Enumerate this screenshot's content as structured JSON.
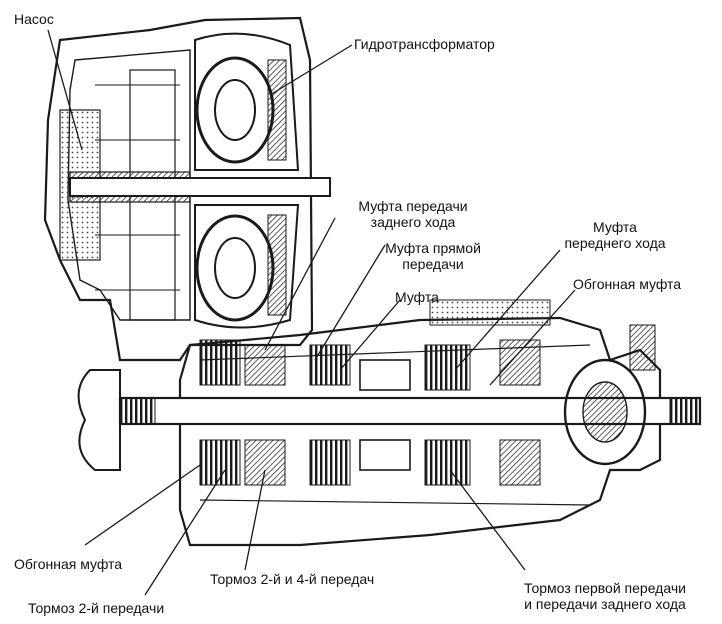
{
  "labels": {
    "pump": "Насос",
    "torque_converter": "Гидротрансформатор",
    "reverse_clutch_1": "Муфта передачи",
    "reverse_clutch_2": "заднего хода",
    "direct_clutch_1": "Муфта прямой",
    "direct_clutch_2": "передачи",
    "clutch": "Муфта",
    "forward_clutch_1": "Муфта",
    "forward_clutch_2": "переднего хода",
    "overrun_clutch_right": "Обгонная муфта",
    "overrun_clutch_left": "Обгонная муфта",
    "brake_2_4": "Тормоз 2-й и 4-й передач",
    "brake_2": "Тормоз 2-й передачи",
    "brake_low_reverse_1": "Тормоз первой передачи",
    "brake_low_reverse_2": "и передачи заднего хода"
  },
  "colors": {
    "ink": "#1a1a1a",
    "paper": "#ffffff",
    "shade": "#9a9a9a"
  }
}
